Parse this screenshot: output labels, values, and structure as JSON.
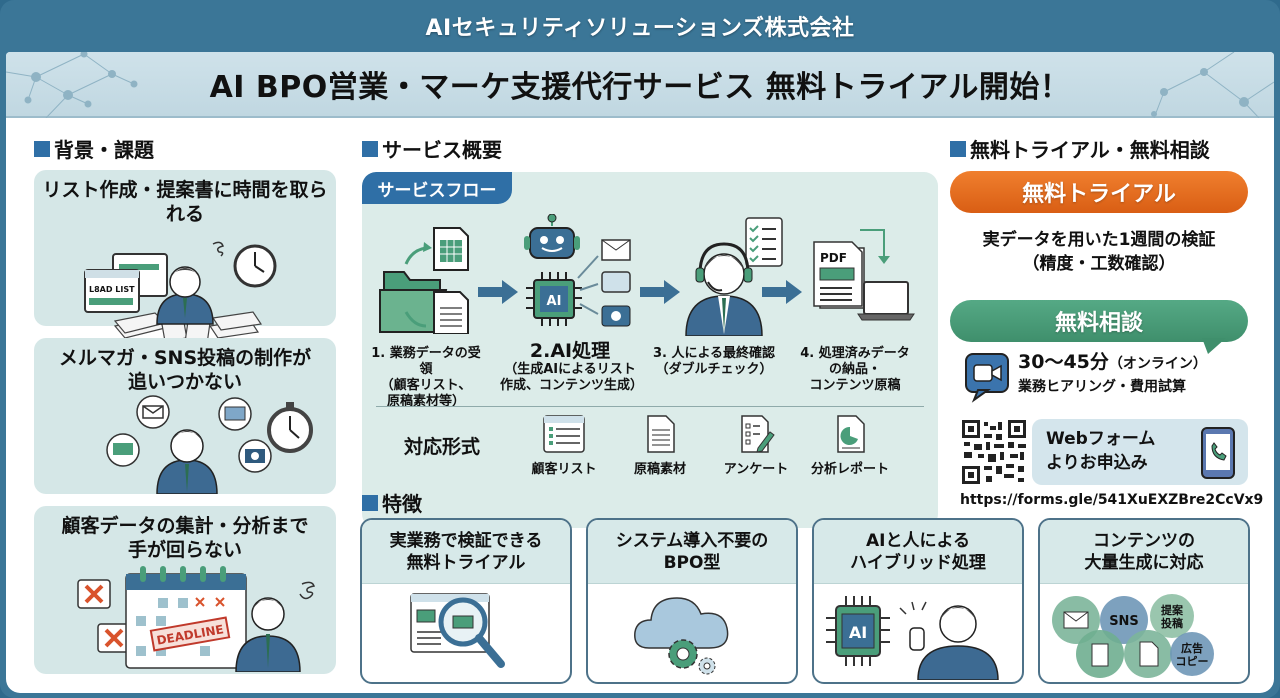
{
  "header": {
    "company": "AIセキュリティソリューションズ株式会社",
    "headline": "AI BPO営業・マーケ支援代行サービス 無料トライアル開始！"
  },
  "background": {
    "title": "背景・課題",
    "problems": [
      {
        "text": "リスト作成・提案書に時間を取られる",
        "image_label": "L8AD LIST"
      },
      {
        "text_line1": "メルマガ・SNS投稿の制作が",
        "text_line2": "追いつかない"
      },
      {
        "text_line1": "顧客データの集計・分析まで",
        "text_line2": "手が回らない",
        "image_label": "DEADLINE"
      }
    ]
  },
  "overview": {
    "title": "サービス概要",
    "flow_tag": "サービスフロー",
    "steps": [
      {
        "title": "1. 業務データの受領",
        "sub1": "（顧客リスト、",
        "sub2": "原稿素材等）"
      },
      {
        "title": "2.AI処理",
        "sub1": "（生成AIによるリスト",
        "sub2": "作成、コンテンツ生成）",
        "chip_label": "AI"
      },
      {
        "title": "3. 人による最終確認",
        "sub1": "（ダブルチェック）"
      },
      {
        "title": "4. 処理済みデータ",
        "sub1": "の納品・",
        "sub2": "コンテンツ原稿",
        "doc_label": "PDF"
      }
    ],
    "formats_label": "対応形式",
    "formats": [
      "顧客リスト",
      "原稿素材",
      "アンケート",
      "分析レポート"
    ]
  },
  "features": {
    "title": "特徴",
    "cards": [
      {
        "line1": "実業務で検証できる",
        "line2": "無料トライアル"
      },
      {
        "line1": "システム導入不要の",
        "line2": "BPO型"
      },
      {
        "line1": "AIと人による",
        "line2": "ハイブリッド処理",
        "chip_label": "AI"
      },
      {
        "line1": "コンテンツの",
        "line2": "大量生成に対応",
        "bubbles": [
          "SNS",
          "提案",
          "投稿",
          "広告",
          "コピー"
        ]
      }
    ]
  },
  "trial": {
    "title": "無料トライアル・無料相談",
    "trial_button": "無料トライアル",
    "trial_desc1": "実データを用いた1週間の検証",
    "trial_desc2": "（精度・工数確認）",
    "consult_button": "無料相談",
    "consult_time": "30〜45分",
    "consult_mode": "（オンライン）",
    "consult_desc": "業務ヒアリング・費用試算",
    "web_line1": "Webフォーム",
    "web_line2": "よりお申込み",
    "url": "https://forms.gle/541XuEXZBre2CcVx9"
  },
  "colors": {
    "frame": "#3b7697",
    "accent_blue": "#2f6fa6",
    "trial_orange": "#e46a1c",
    "consult_green": "#4a9e7a",
    "card_bg": "#d5e7e7"
  }
}
